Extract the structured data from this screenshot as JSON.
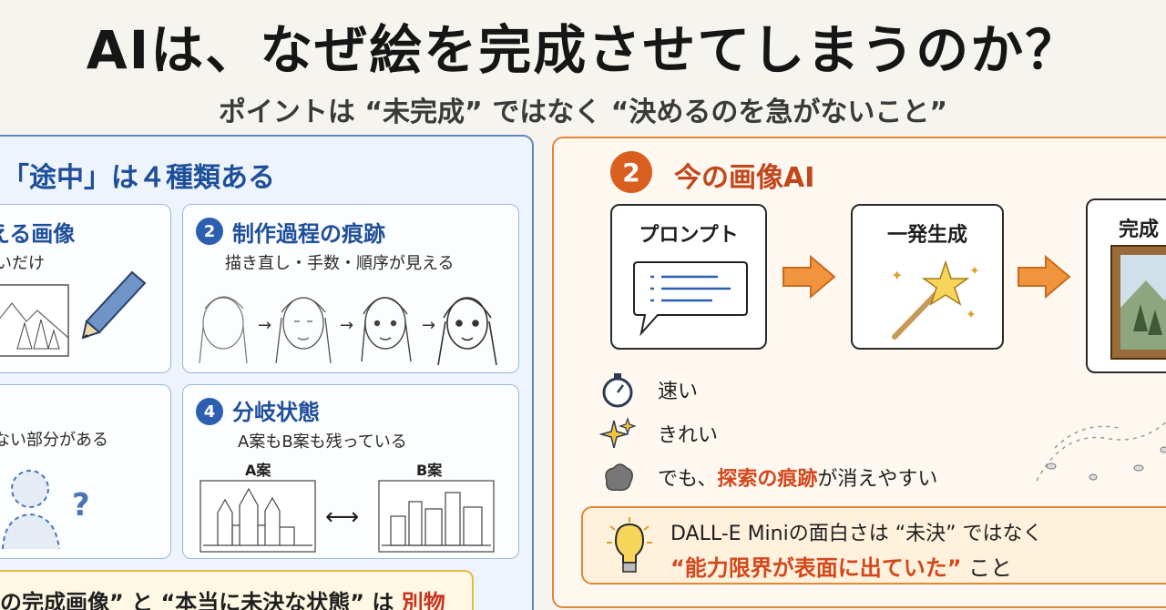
{
  "title": "AIは、なぜ絵を完成させてしまうのか？",
  "subtitle": "ポイントは “未完成” ではなく “決めるのを急がないこと”",
  "left": {
    "heading": "「途中」は４種類ある",
    "card1": {
      "title": "える画像",
      "sub": "いだけ"
    },
    "card2": {
      "num": "2",
      "title": "制作過程の痕跡",
      "sub": "描き直し・手数・順序が見える"
    },
    "card3": {
      "sub": "ない部分がある",
      "mark": "?"
    },
    "card4": {
      "num": "4",
      "title": "分岐状態",
      "sub": "A案もB案も残っている",
      "a_label": "A案",
      "b_label": "B案",
      "arrow": "⟷"
    },
    "note": {
      "part1": "の完成画像” と “本当に未決な状態” は ",
      "emph": "別物"
    }
  },
  "right": {
    "num": "2",
    "heading": "今の画像AI",
    "flow": [
      {
        "label": "プロンプト"
      },
      {
        "label": "一発生成"
      },
      {
        "label": "完成"
      }
    ],
    "features": [
      {
        "icon": "stopwatch-icon",
        "text": "速い"
      },
      {
        "icon": "sparkle-icon",
        "text": "きれい"
      },
      {
        "icon": "smudge-icon",
        "pre": "でも、",
        "emph": "探索の痕跡",
        "post": "が消えやすい"
      }
    ],
    "insight": {
      "line1": "DALL-E Miniの面白さは “未決” ではなく",
      "line2_emph": "“能力限界が表面に出ていた”",
      "line2_post": " こと"
    }
  },
  "colors": {
    "blue": "#1f4f9a",
    "orange": "#d2481c",
    "panel_blue": "#eef4fb",
    "panel_orange": "#fff8f0"
  }
}
